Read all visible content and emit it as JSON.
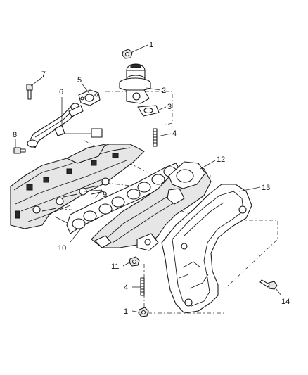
{
  "callouts": [
    {
      "id": "c1a",
      "label": "1"
    },
    {
      "id": "c2",
      "label": "2"
    },
    {
      "id": "c3",
      "label": "3"
    },
    {
      "id": "c4a",
      "label": "4"
    },
    {
      "id": "c5",
      "label": "5"
    },
    {
      "id": "c6",
      "label": "6"
    },
    {
      "id": "c7",
      "label": "7"
    },
    {
      "id": "c8",
      "label": "8"
    },
    {
      "id": "c9",
      "label": "9"
    },
    {
      "id": "c10",
      "label": "10"
    },
    {
      "id": "c11",
      "label": "11"
    },
    {
      "id": "c12",
      "label": "12"
    },
    {
      "id": "c13",
      "label": "13"
    },
    {
      "id": "c4b",
      "label": "4"
    },
    {
      "id": "c1b",
      "label": "1"
    },
    {
      "id": "c14",
      "label": "14"
    }
  ]
}
